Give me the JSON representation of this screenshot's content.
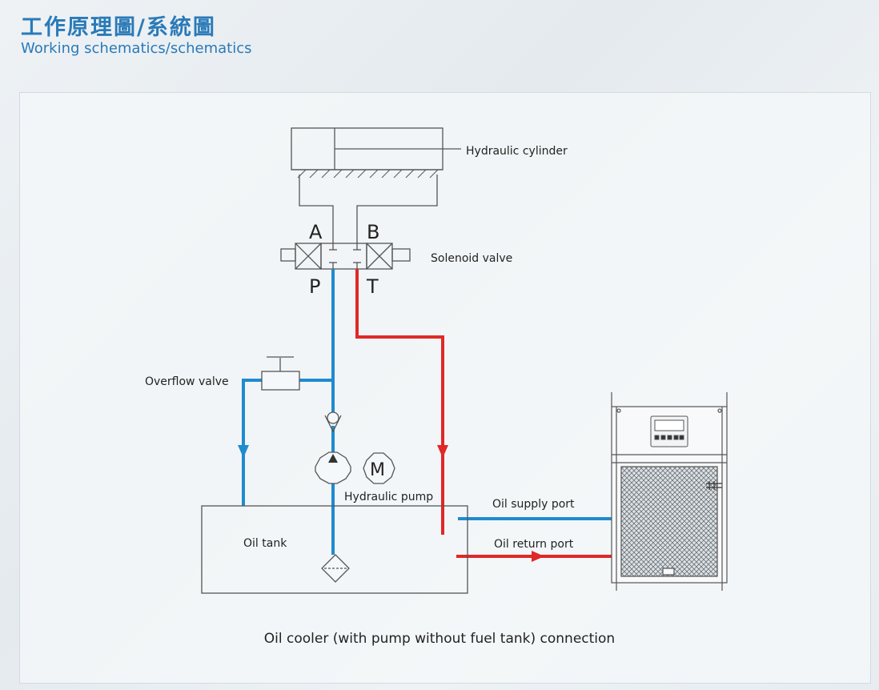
{
  "header": {
    "title_zh": "工作原理圖/系統圖",
    "title_en": "Working schematics/schematics"
  },
  "labels": {
    "cylinder": "Hydraulic cylinder",
    "solenoid": "Solenoid valve",
    "port_a": "A",
    "port_b": "B",
    "port_p": "P",
    "port_t": "T",
    "overflow": "Overflow valve",
    "motor": "M",
    "pump": "Hydraulic pump",
    "tank": "Oil tank",
    "supply": "Oil supply port",
    "return": "Oil return port"
  },
  "caption": "Oil cooler (with pump without fuel tank) connection",
  "colors": {
    "title": "#2a7ab8",
    "supply_line": "#1f8bd0",
    "return_line": "#e02828",
    "outline": "#555555"
  }
}
